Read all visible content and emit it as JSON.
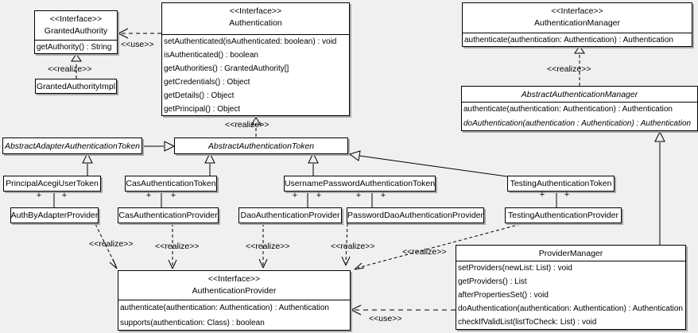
{
  "diagram": {
    "background_color": "#f0f0f0",
    "box_fill": "#ffffff",
    "border_color": "#000000",
    "shadow_color": "#a8a8a8"
  },
  "labels": {
    "realize": "<<realize>>",
    "use": "<<use>>",
    "plus": "+"
  },
  "classes": {
    "granted_authority": {
      "stereotype": "<<Interface>>",
      "name": "GrantedAuthority",
      "methods": [
        "getAuthority() : String"
      ]
    },
    "granted_authority_impl": {
      "name": "GrantedAuthorityImpl"
    },
    "authentication": {
      "stereotype": "<<Interface>>",
      "name": "Authentication",
      "methods": [
        "setAuthenticated(isAuthenticated: boolean) : void",
        "isAuthenticated() : boolean",
        "getAuthorities() : GrantedAuthority[]",
        "getCredentials() : Object",
        "getDetails() : Object",
        "getPrincipal() : Object"
      ]
    },
    "authentication_manager": {
      "stereotype": "<<Interface>>",
      "name": "AuthenticationManager",
      "methods": [
        "authenticate(authentication: Authentication) : Authentication"
      ]
    },
    "abstract_authentication_manager": {
      "name": "AbstractAuthenticationManager",
      "methods": [
        "authenticate(authentication: Authentication) : Authentication",
        "doAuthentication(authentication : Authentication) : Authentication"
      ]
    },
    "abstract_adapter_authentication_token": {
      "name": "AbstractAdapterAuthenticationToken"
    },
    "abstract_authentication_token": {
      "name": "AbstractAuthenticationToken"
    },
    "principal_acegi_user_token": {
      "name": "PrincipalAcegiUserToken"
    },
    "cas_authentication_token": {
      "name": "CasAuthenticationToken"
    },
    "username_password_authentication_token": {
      "name": "UsernamePasswordAuthenticationToken"
    },
    "testing_authentication_token": {
      "name": "TestingAuthenticationToken"
    },
    "auth_by_adapter_provider": {
      "name": "AuthByAdapterProvider"
    },
    "cas_authentication_provider": {
      "name": "CasAuthenticationProvider"
    },
    "dao_authentication_provider": {
      "name": "DaoAuthenticationProvider"
    },
    "password_dao_authentication_provider": {
      "name": "PasswordDaoAuthenticationProvider"
    },
    "testing_authentication_provider": {
      "name": "TestingAuthenticationProvider"
    },
    "authentication_provider": {
      "stereotype": "<<Interface>>",
      "name": "AuthenticationProvider",
      "methods": [
        "authenticate(authentication: Authentication) : Authentication",
        "supports(authentication: Class) : boolean"
      ]
    },
    "provider_manager": {
      "name": "ProviderManager",
      "methods": [
        "setProviders(newList: List) : void",
        "getProviders() : List",
        "afterPropertiesSet() : void",
        "doAuthentication(authentication: Authentication) : Authentication",
        "checkIfValidList(listToCheck: List) : void"
      ]
    }
  }
}
